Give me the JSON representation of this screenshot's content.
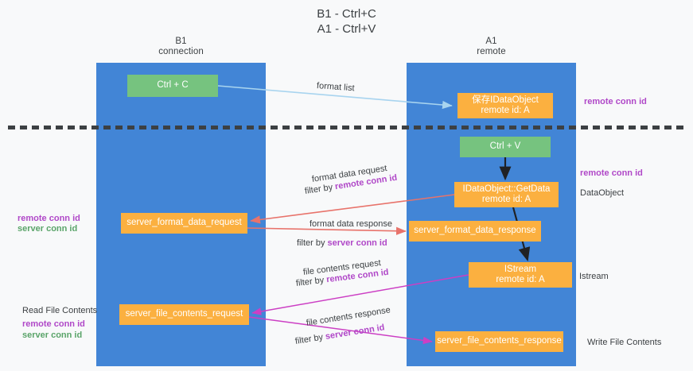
{
  "title": {
    "line1": "B1 - Ctrl+C",
    "line2": "A1 - Ctrl+V"
  },
  "columns": [
    {
      "name": "B1",
      "sub": "connection",
      "accent": "#4285d6"
    },
    {
      "name": "A1",
      "sub": "remote",
      "accent": "#4285d6"
    }
  ],
  "colors": {
    "column_blue": "#4285d6",
    "node_green": "#76c37f",
    "node_orange": "#fbb040",
    "accent_purple": "#b048c8",
    "accent_green_text": "#5aa469",
    "arrow_blue": "#a8d4ef",
    "arrow_red": "#e8736b",
    "arrow_magenta": "#cc3fc4",
    "arrow_black": "#202124",
    "divider": "#3c4043",
    "background": "#f8f9fa"
  },
  "nodes": {
    "ctrl_c": {
      "label": "Ctrl + C",
      "type": "green"
    },
    "save_idataobject": {
      "line1": "保存IDataObject",
      "line2": "remote id: A",
      "type": "orange"
    },
    "ctrl_v": {
      "label": "Ctrl + V",
      "type": "green"
    },
    "getdata": {
      "line1": "IDataObject::GetData",
      "line2": "remote id: A",
      "type": "orange"
    },
    "server_format_data_request": {
      "label": "server_format_data_request",
      "type": "orange"
    },
    "server_format_data_response": {
      "label": "server_format_data_response",
      "type": "orange"
    },
    "istream": {
      "line1": "IStream",
      "line2": "remote id: A",
      "type": "orange"
    },
    "server_file_contents_request": {
      "label": "server_file_contents_request",
      "type": "orange"
    },
    "server_file_contents_response": {
      "label": "server_file_contents_response",
      "type": "orange"
    }
  },
  "edge_labels": {
    "format_list": "format list",
    "format_data_request": "format data request",
    "format_data_request_filter_prefix": "filter by ",
    "format_data_request_filter_key": "remote conn id",
    "format_data_response": "format data response",
    "format_data_response_filter_prefix": "filter by ",
    "format_data_response_filter_key": "server conn id",
    "file_contents_request": "file contents request",
    "file_contents_request_filter_prefix": "filter by ",
    "file_contents_request_filter_key": "remote conn id",
    "file_contents_response": "file contents response",
    "file_contents_response_filter_prefix": "filter by ",
    "file_contents_response_filter_key": "server conn id"
  },
  "annotations": {
    "right_remote_conn_id_top": "remote conn id",
    "right_remote_conn_id_mid": "remote conn id",
    "right_dataobject": "DataObject",
    "right_istream": "Istream",
    "right_write_file_contents": "Write File Contents",
    "left_mid_remote_conn_id": "remote conn id",
    "left_mid_server_conn_id": "server conn id",
    "left_read_file_contents": "Read File Contents",
    "left_bot_remote_conn_id": "remote conn id",
    "left_bot_server_conn_id": "server conn id"
  }
}
